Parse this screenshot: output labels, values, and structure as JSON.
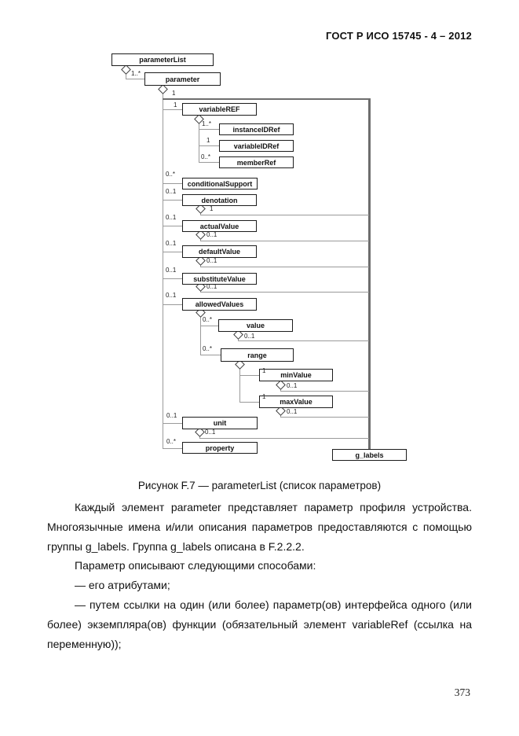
{
  "page": {
    "header": "ГОСТ Р ИСО 15745 - 4 – 2012",
    "page_number": "373"
  },
  "figure": {
    "caption": "Рисунок F.7 — parameterList (список параметров)",
    "nodes": {
      "parameterList": "parameterList",
      "parameter": "parameter",
      "variableREF": "variableREF",
      "instanceIDRef": "instanceIDRef",
      "variableIDRef": "variableIDRef",
      "memberRef": "memberRef",
      "conditionalSupport": "conditionalSupport",
      "denotation": "denotation",
      "actualValue": "actualValue",
      "defaultValue": "defaultValue",
      "substituteValue": "substituteValue",
      "allowedValues": "allowedValues",
      "value": "value",
      "range": "range",
      "minValue": "minValue",
      "maxValue": "maxValue",
      "unit": "unit",
      "property": "property",
      "g_labels": "g_labels"
    },
    "mults": [
      "1..*",
      "1",
      "1",
      "1..*",
      "1",
      "0..*",
      "0..*",
      "0..1",
      "1",
      "0..1",
      "0..1",
      "0..1",
      "0..1",
      "0..1",
      "0..1",
      "0..1",
      "0..*",
      "0..1",
      "0..*",
      "1",
      "0..1",
      "1",
      "0..1",
      "0..1",
      "0..1",
      "0..*"
    ]
  },
  "body": {
    "p1": "Каждый элемент parameter представляет параметр профиля устройства. Многоязычные имена и/или описания параметров предоставляются с помощью группы g_labels. Группа g_labels описана в F.2.2.2.",
    "p2": "Параметр описывают следующими способами:",
    "b1": "— его атрибутами;",
    "b2": "— путем ссылки на один (или более) параметр(ов) интерфейса одного (или более) экземпляра(ов) функции (обязательный элемент variableRef (ссылка на переменную));"
  }
}
